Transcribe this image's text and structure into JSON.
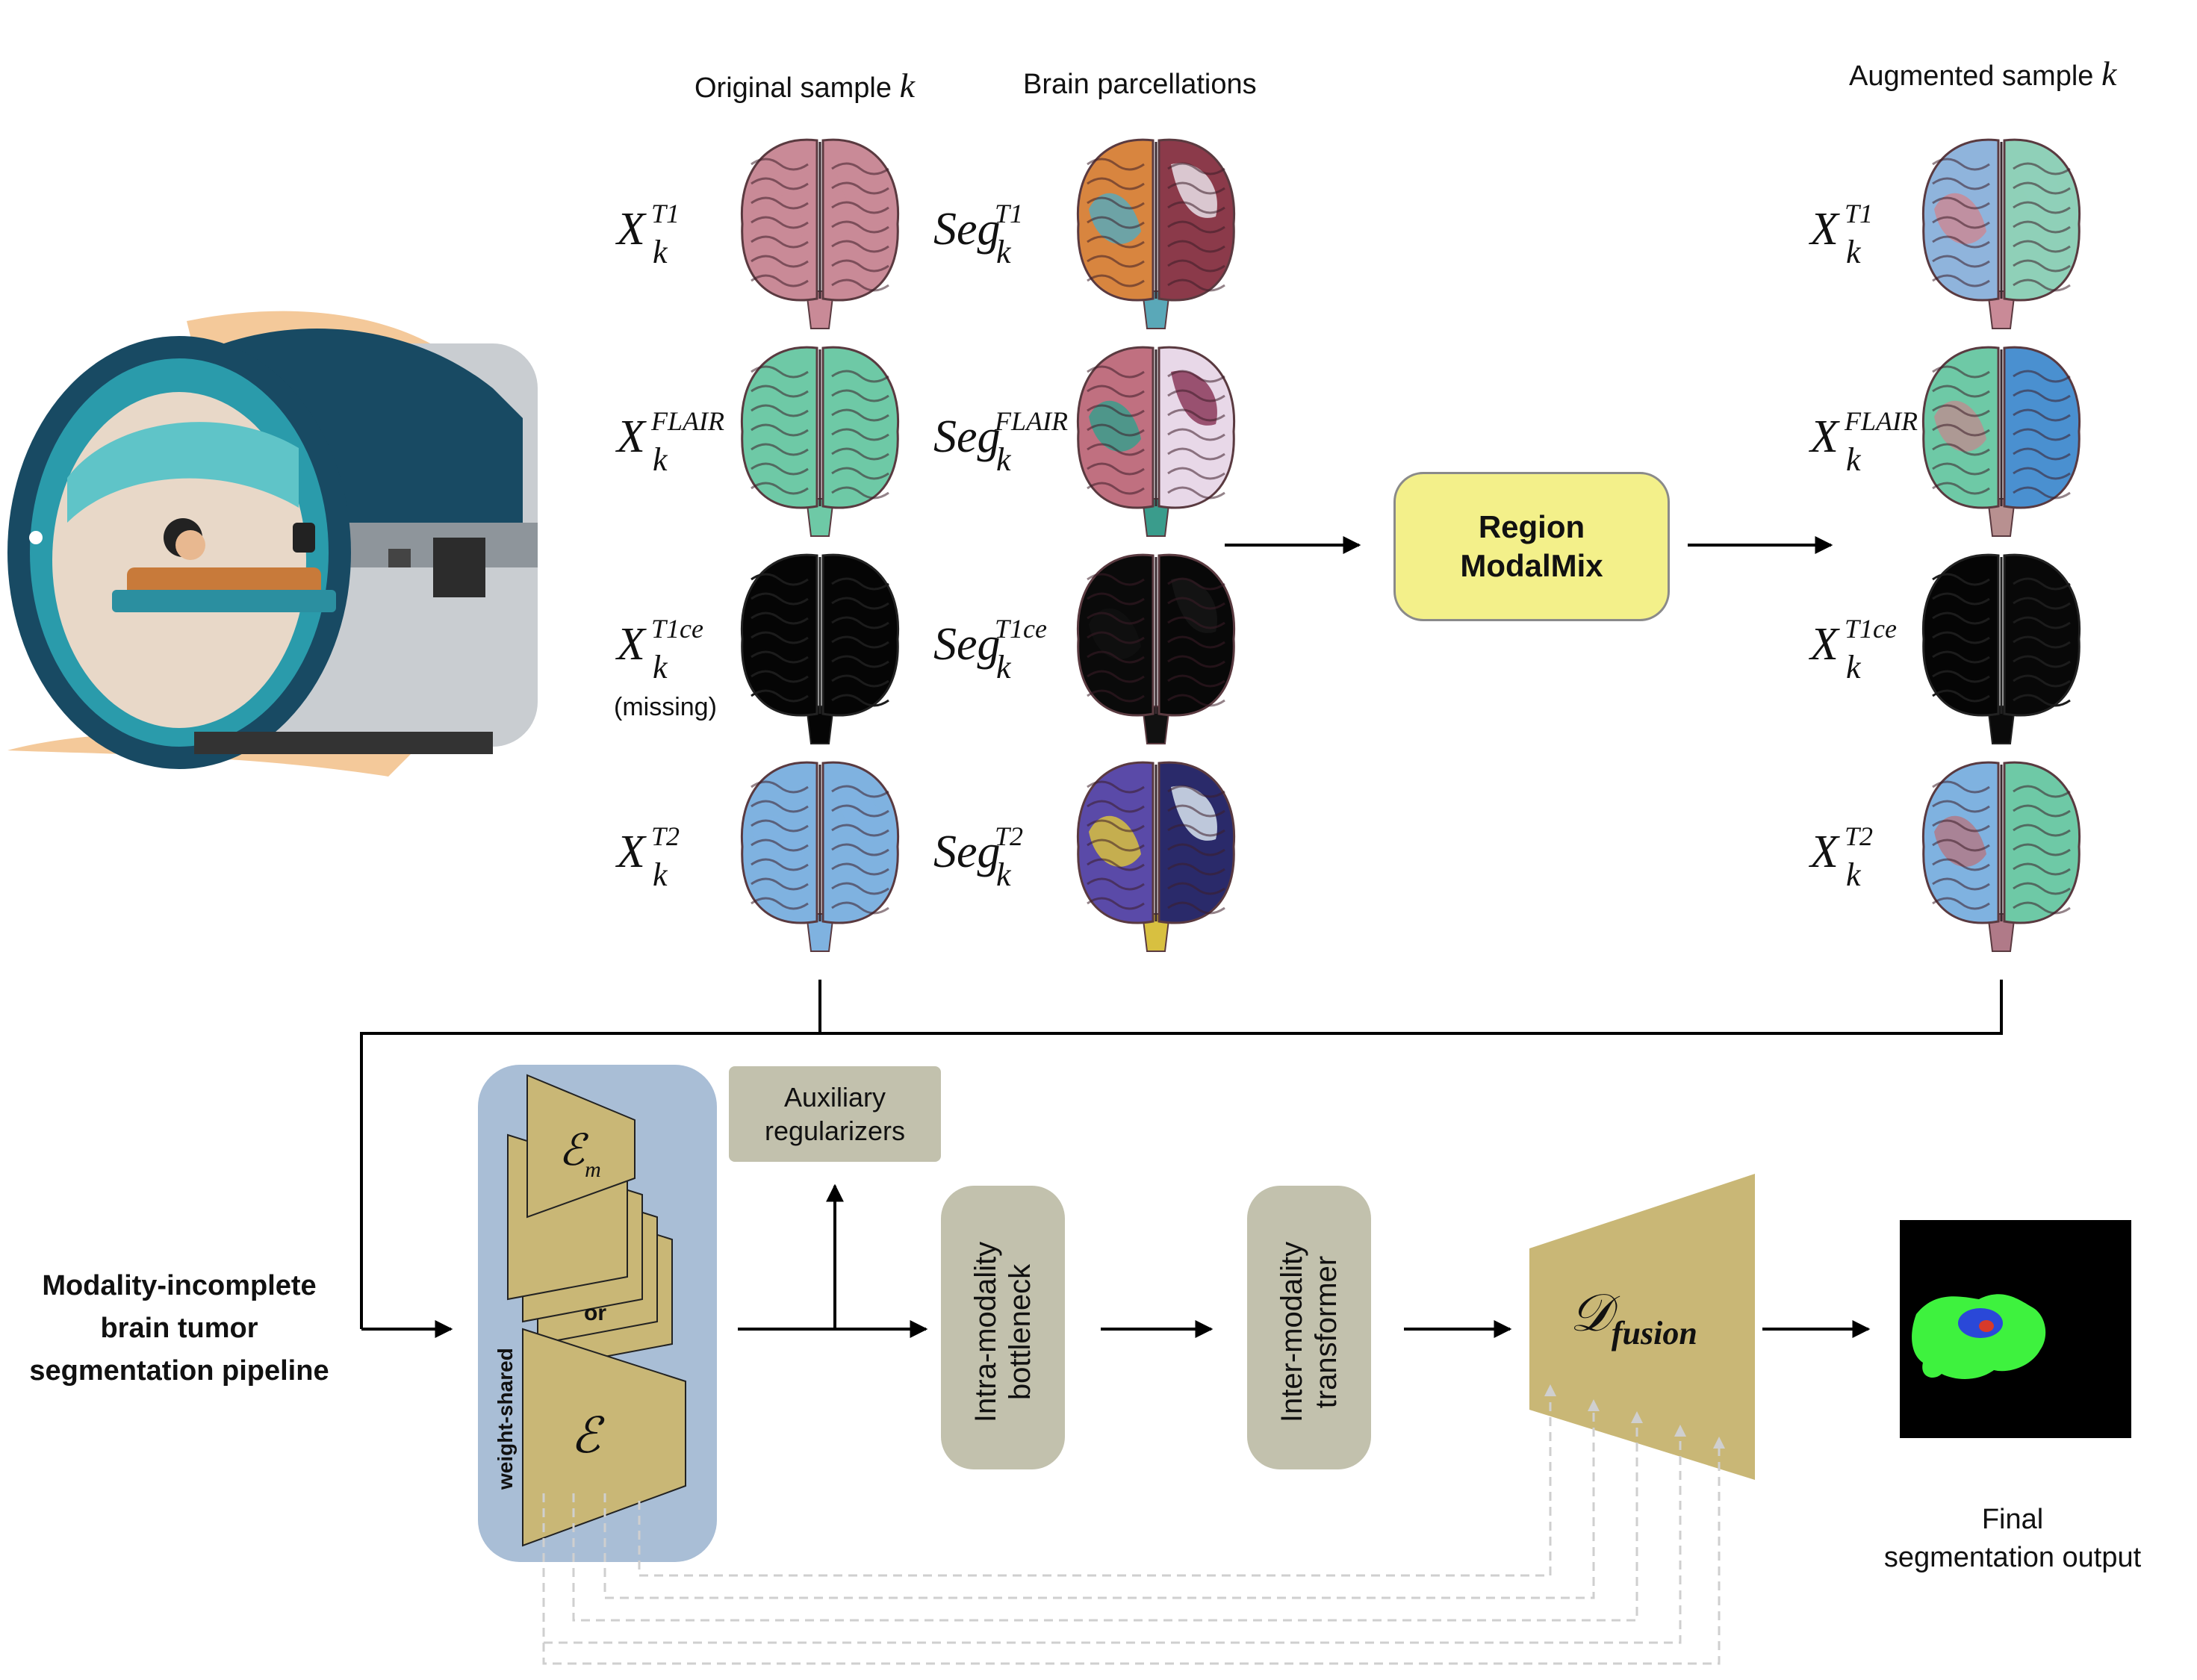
{
  "headers": {
    "original": "Original sample",
    "parcellations": "Brain parcellations",
    "augmented": "Augmented sample",
    "k": "k"
  },
  "rows": [
    {
      "mod": "T1",
      "x_base": "X",
      "sub": "k",
      "seg_base": "Seg",
      "color": "#c98a97",
      "seg_colors": [
        "#d8853f",
        "#5aa8b8",
        "#8b3a4a",
        "#e8e0e8"
      ],
      "aug_colors": [
        "#8fb4dc",
        "#c98a97",
        "#8fd0b8"
      ]
    },
    {
      "mod": "FLAIR",
      "x_base": "X",
      "sub": "k",
      "seg_base": "Seg",
      "color": "#6ec9a6",
      "seg_colors": [
        "#c07080",
        "#3a9c8c",
        "#e8d8e8",
        "#8b3a5a"
      ],
      "aug_colors": [
        "#6ec9a6",
        "#b89090",
        "#4a90d0"
      ]
    },
    {
      "mod": "T1ce",
      "x_base": "X",
      "sub": "k",
      "seg_base": "Seg",
      "color": "#050505",
      "seg_colors": [
        "#0a0a0a",
        "#111111",
        "#080808",
        "#151515"
      ],
      "aug_colors": [
        "#050505",
        "#0a0a0a",
        "#080808"
      ],
      "note": "(missing)"
    },
    {
      "mod": "T2",
      "x_base": "X",
      "sub": "k",
      "seg_base": "Seg",
      "color": "#7fb2e0",
      "seg_colors": [
        "#5a4aa8",
        "#d8c040",
        "#2a2a6a",
        "#d8e4ee"
      ],
      "aug_colors": [
        "#7fb2e0",
        "#b07a88",
        "#6ec9a6"
      ]
    }
  ],
  "modalmix": {
    "line1": "Region",
    "line2": "ModalMix",
    "fill": "#f3f08a"
  },
  "pipeline_label": [
    "Modality-incomplete",
    "brain tumor",
    "segmentation pipeline"
  ],
  "encoder": {
    "em_symbol": "ℰ",
    "em_sub": "m",
    "or_label": "or",
    "e_symbol": "ℰ",
    "weight_shared": "weight-shared",
    "panel_color": "#a9bed6",
    "trap_color": "#c9b776"
  },
  "aux": {
    "line1": "Auxiliary",
    "line2": "regularizers",
    "color": "#c2c1ad"
  },
  "bottleneck": {
    "line1": "Intra-modality",
    "line2": "bottleneck",
    "color": "#c2c1ad"
  },
  "transformer": {
    "line1": "Inter-modality",
    "line2": "transformer",
    "color": "#c2c1ad"
  },
  "decoder": {
    "symbol": "𝒟",
    "sub": "fusion",
    "color": "#c9b776"
  },
  "output": {
    "line1": "Final",
    "line2": "segmentation output"
  }
}
